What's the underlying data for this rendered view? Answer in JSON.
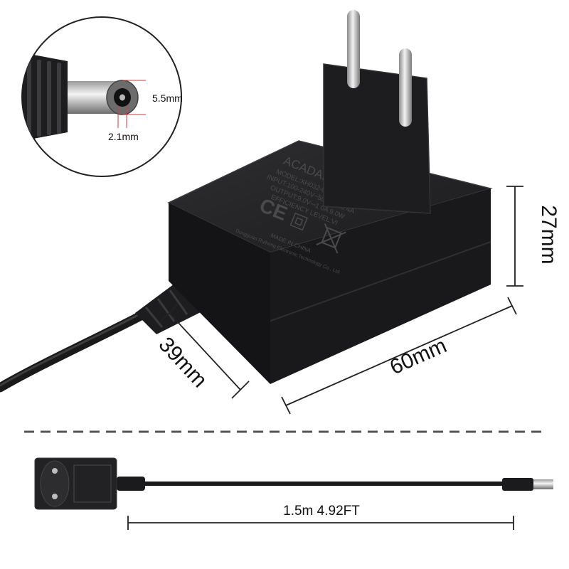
{
  "connector_inset": {
    "outer_diameter": "5.5mm",
    "inner_diameter": "2.1mm"
  },
  "dimensions": {
    "height": "27mm",
    "length": "60mm",
    "depth": "39mm",
    "cable_length": "1.5m 4.92FT"
  },
  "adapter_label": {
    "title": "ACADAPTOR",
    "model": "MODEL:XH032-090100VH",
    "input": "INPUT:100-240V~50/60Hz0.4A",
    "output": "OUTPUT:9.0V⎓1.0A 9.0W",
    "efficiency": "EFFICIENCY LEVEL:VI",
    "origin": "MADE IN CHINA",
    "manufacturer": "Dongguan Ruiheng Electronic Technology Co., Ltd",
    "ce_mark": "CE"
  },
  "colors": {
    "body": "#1f1f21",
    "body_top": "#2b2b2e",
    "body_edge": "#3a3a3d",
    "dimension_line": "#222222",
    "separator": "#555555",
    "metal": "#c9c9c9"
  }
}
